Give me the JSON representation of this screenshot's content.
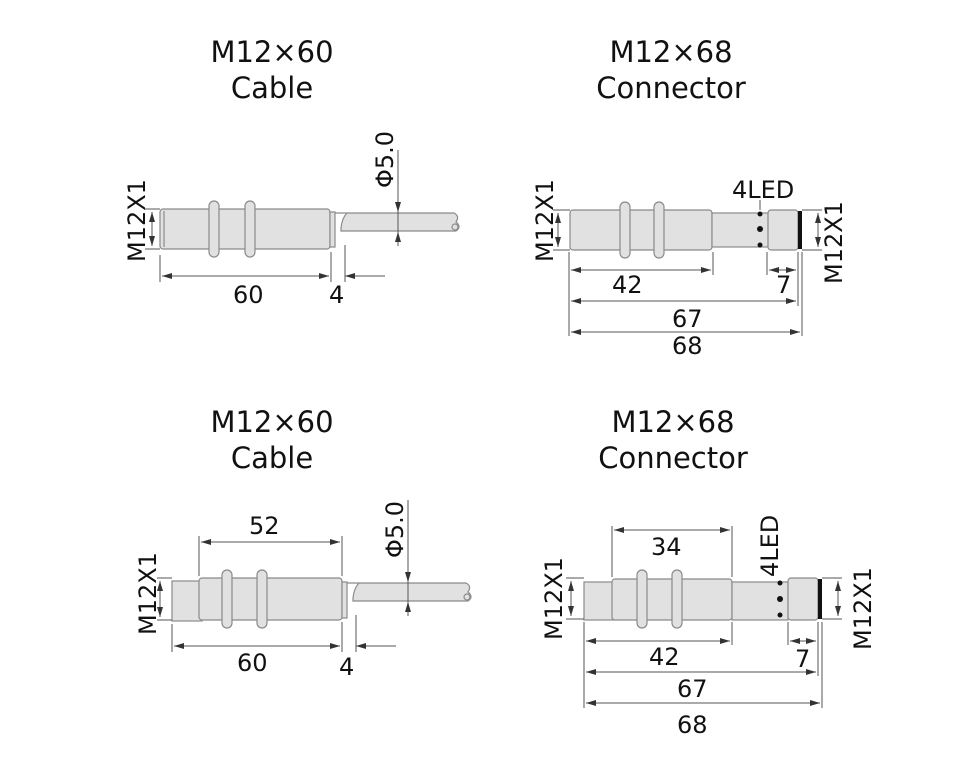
{
  "diagrams": [
    {
      "title_line1": "M12×60",
      "title_line2": "Cable",
      "thread_label": "M12X1",
      "cable_diameter_label": "Φ5.0",
      "length_label": "60",
      "offset_label": "4"
    },
    {
      "title_line1": "M12×68",
      "title_line2": "Connector",
      "thread_label_left": "M12X1",
      "thread_label_right": "M12X1",
      "led_label": "4LED",
      "thread_length_label": "42",
      "connector_length_label": "7",
      "body_length_label": "67",
      "total_length_label": "68"
    },
    {
      "title_line1": "M12×60",
      "title_line2": "Cable",
      "thread_label": "M12X1",
      "cable_diameter_label": "Φ5.0",
      "thread_length_label": "52",
      "length_label": "60",
      "offset_label": "4"
    },
    {
      "title_line1": "M12×68",
      "title_line2": "Connector",
      "thread_label_left": "M12X1",
      "thread_label_right": "M12X1",
      "led_label": "4LED",
      "thread_length_label": "34",
      "shaft_length_label": "42",
      "connector_length_label": "7",
      "body_length_label": "67",
      "total_length_label": "68"
    }
  ],
  "colors": {
    "body_fill": "#e1e1e1",
    "outline": "#8a8a8a",
    "dimension_line": "#555555",
    "text": "#111111"
  }
}
